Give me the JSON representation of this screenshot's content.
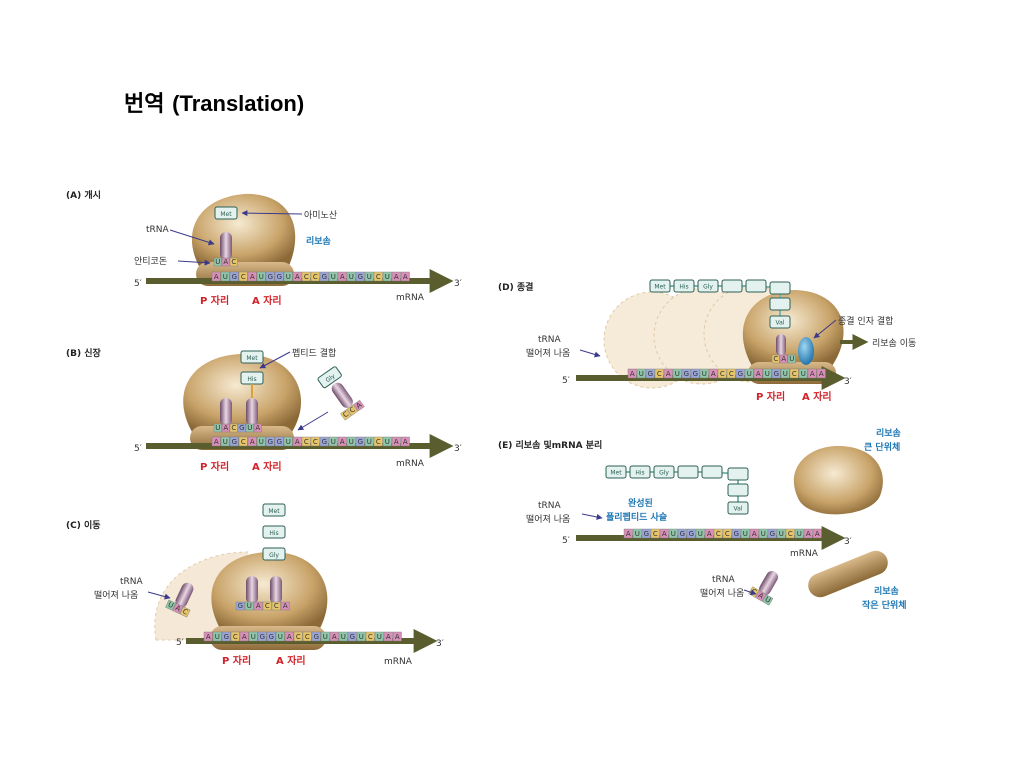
{
  "title": {
    "korean": "번역",
    "english": "(Translation)"
  },
  "strand": {
    "five": "5′",
    "three": "3′",
    "mrna": "mRNA"
  },
  "mrna_seq": "AUGCAUGGUACCGUAUGUCUAA",
  "sites": {
    "p": "P 자리",
    "a": "A 자리"
  },
  "colors": {
    "ribosome": "#c9a46a",
    "strand": "#5a5e2e",
    "site_label": "#d2232a",
    "blue_label": "#1f78b4",
    "trna": "#9b6f93"
  },
  "panel_a": {
    "heading": "(A) 개시",
    "trna": "tRNA",
    "amino_acid": "아미노산",
    "anticodon": "안티코돈",
    "ribosome": "리보솜",
    "met": "Met",
    "anticodon_seq": "UAC"
  },
  "panel_b": {
    "heading": "(B) 신장",
    "peptide_bond": "펩티드 결합",
    "chain": [
      "Met",
      "His"
    ],
    "incoming": "Gly",
    "ribo_bases": "UACGUA",
    "incoming_bases": "CCA"
  },
  "panel_c": {
    "heading": "(C) 이동",
    "trna_leave": "tRNA\n떨어져 나옴",
    "chain": [
      "Met",
      "His",
      "Gly"
    ],
    "ribo_bases": "GUACCA",
    "leaving_bases": "UAC"
  },
  "panel_d": {
    "heading": "(D) 종결",
    "trna_leave": "tRNA\n떨어져 나옴",
    "release": "종결 인자 결합",
    "ribosome_move": "리보솜 이동",
    "chain": [
      "Met",
      "His",
      "Gly",
      "",
      "",
      "",
      "",
      "Val"
    ],
    "ribo_bases": "CAU"
  },
  "panel_e": {
    "heading": "(E) 리보솜 및mRNA 분리",
    "large_subunit": "리보솜\n큰 단위체",
    "small_subunit": "리보솜\n작은 단위체",
    "completed": "완성된\n폴리펩티드 사슬",
    "trna_leave": "tRNA\n떨어져 나옴",
    "chain": [
      "Met",
      "His",
      "Gly",
      "",
      "",
      "",
      "",
      "Val"
    ],
    "free_trna_bases": "CAU"
  }
}
